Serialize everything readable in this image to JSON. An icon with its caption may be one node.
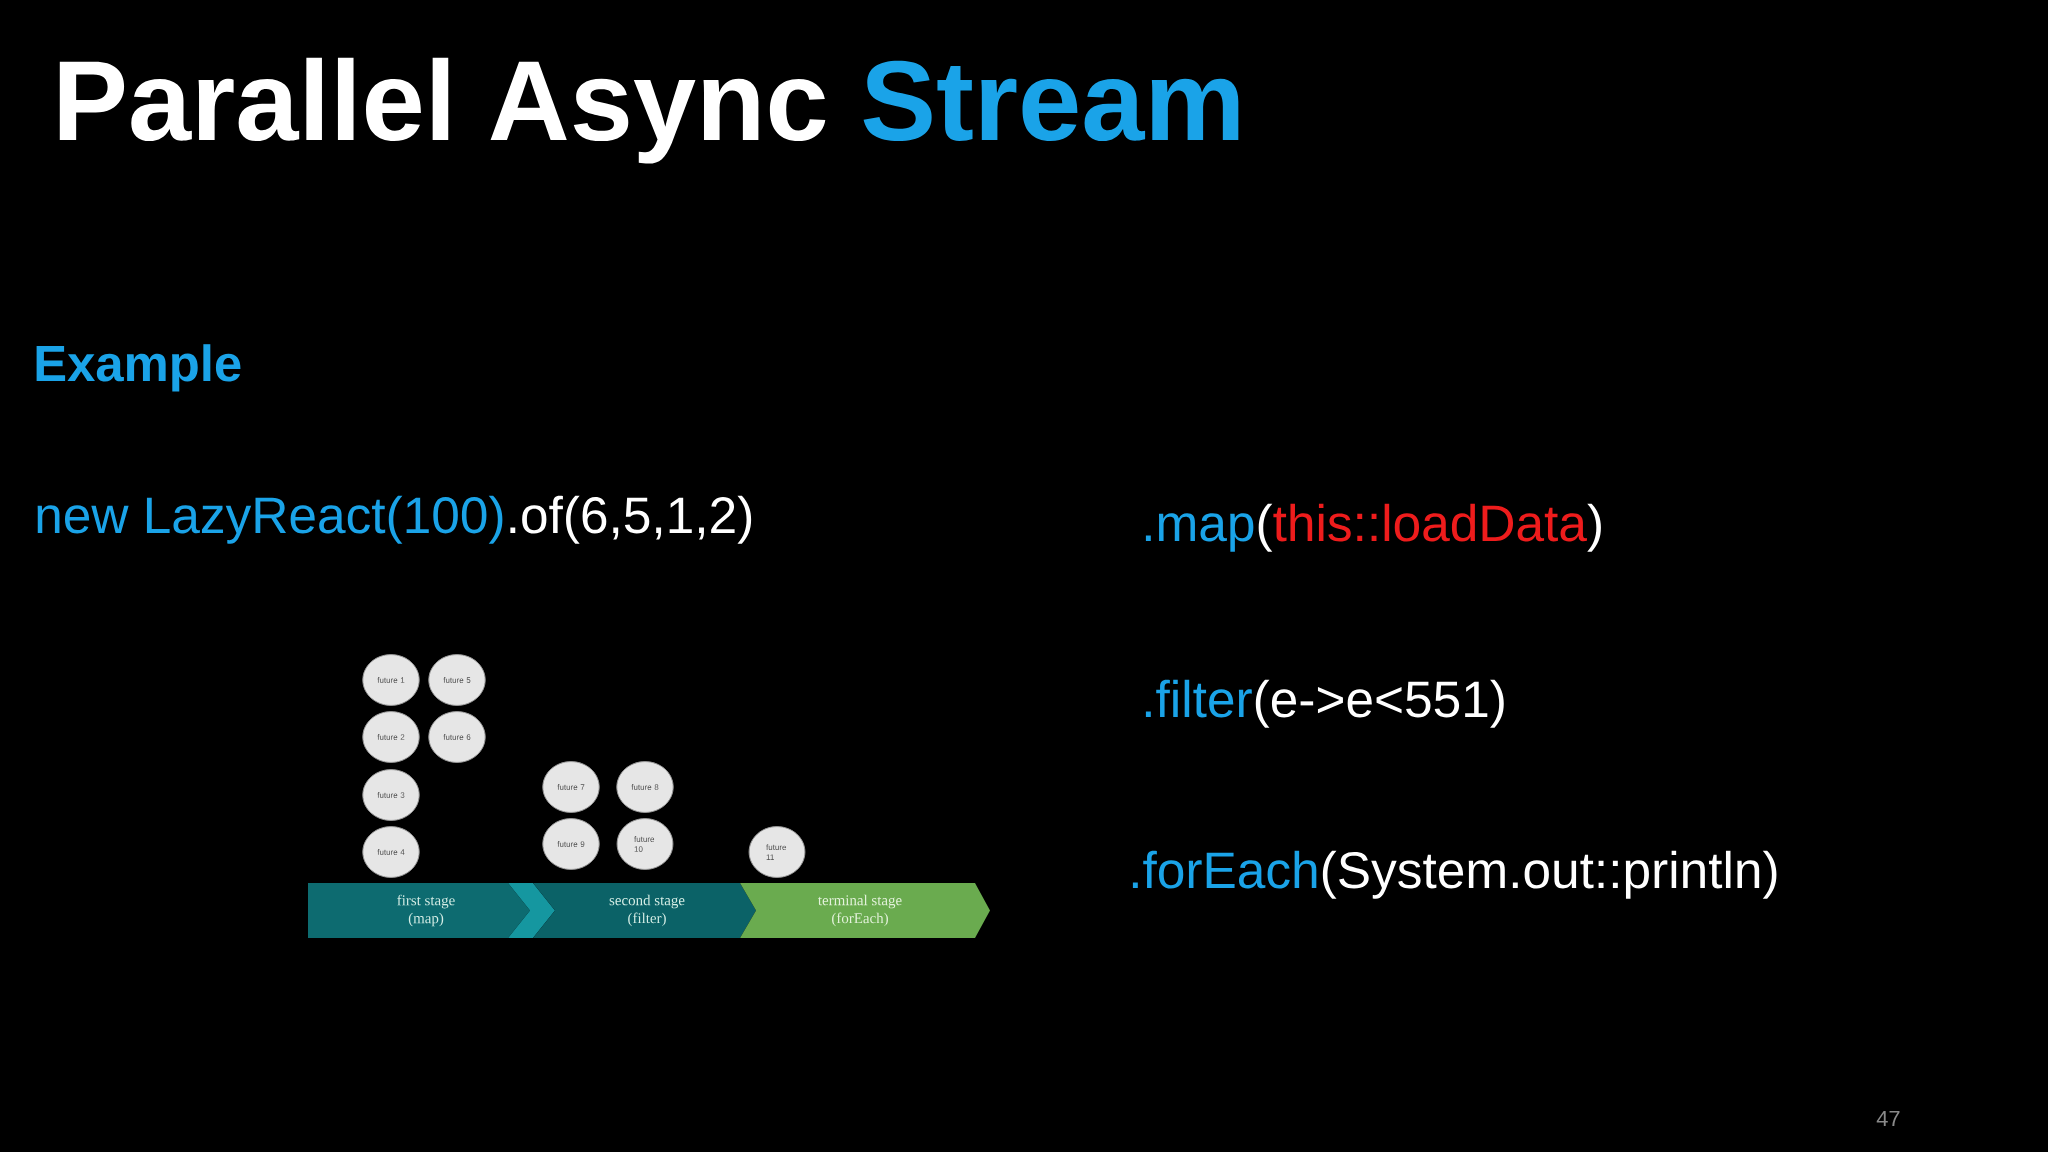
{
  "diagram": {
    "title": "Parallel Async Stream",
    "nodes": [
      {
        "text": [
          "future 1"
        ]
      },
      {
        "text": [
          "future 2"
        ]
      },
      {
        "text": [
          "future 3"
        ]
      },
      {
        "text": [
          "future 4"
        ]
      },
      {
        "text": [
          "future 5"
        ]
      },
      {
        "text": [
          "future 6"
        ]
      },
      {
        "text": [
          "future 7"
        ]
      },
      {
        "text": [
          "future 8"
        ]
      },
      {
        "text": [
          "future 9"
        ]
      },
      {
        "text": [
          "future 10"
        ]
      },
      {
        "text": [
          "future 11"
        ]
      },
      {
        "text": [
          "first stage (map)"
        ]
      },
      {
        "text": [
          "second stage (filter)"
        ]
      },
      {
        "text": [
          "terminal stage (forEach)"
        ]
      }
    ],
    "labels": [
      "Example",
      "new LazyReact(100).of(6,5,1,2)",
      ".map(this::loadData)",
      ".filter(e->e<551)",
      ".forEach(System.out::println)",
      "47"
    ]
  }
}
